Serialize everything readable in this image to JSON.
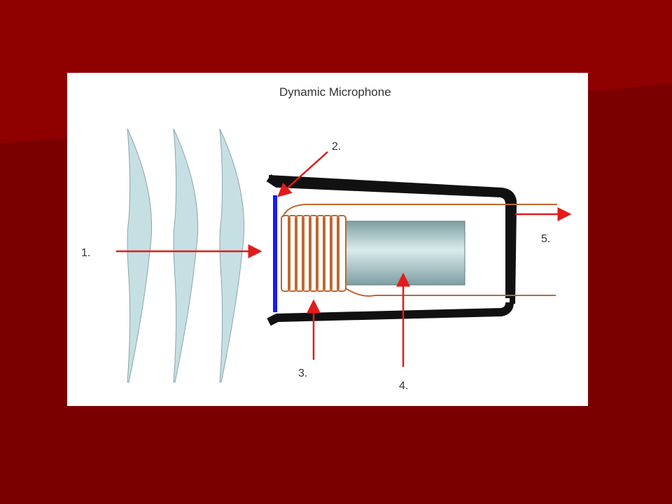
{
  "slide": {
    "background_color": "#7a0000",
    "accent_color": "#8f0000"
  },
  "diagram": {
    "title": "Dynamic Microphone",
    "colors": {
      "sound_wave": "#c6dfe2",
      "housing": "#111111",
      "diaphragm": "#1a1aff",
      "coil": "#c0672f",
      "magnet": "#a7c1c4",
      "arrow": "#e31b1b"
    },
    "callouts": [
      {
        "id": "1",
        "label": "1."
      },
      {
        "id": "2",
        "label": "2."
      },
      {
        "id": "3",
        "label": "3."
      },
      {
        "id": "4",
        "label": "4."
      },
      {
        "id": "5",
        "label": "5."
      }
    ]
  }
}
